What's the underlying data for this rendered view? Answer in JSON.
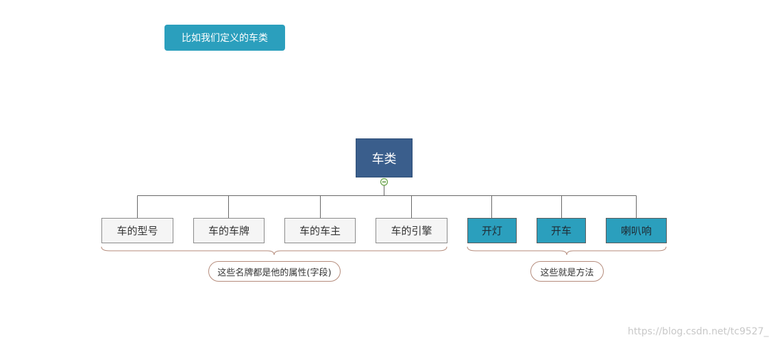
{
  "note": {
    "label": "比如我们定义的车类"
  },
  "root": {
    "label": "车类"
  },
  "attributes": [
    {
      "label": "车的型号"
    },
    {
      "label": "车的车牌"
    },
    {
      "label": "车的车主"
    },
    {
      "label": "车的引擎"
    }
  ],
  "methods": [
    {
      "label": "开灯"
    },
    {
      "label": "开车"
    },
    {
      "label": "喇叭响"
    }
  ],
  "summaries": {
    "attributes": "这些名牌都是他的属性(字段)",
    "methods": "这些就是方法"
  },
  "watermark": "https://blog.csdn.net/tc9527_",
  "colors": {
    "root_fill": "#3a5e8c",
    "teal": "#2b9fbd",
    "attr_fill": "#f5f5f5",
    "connector": "#666666",
    "brace": "#b48a7a"
  }
}
